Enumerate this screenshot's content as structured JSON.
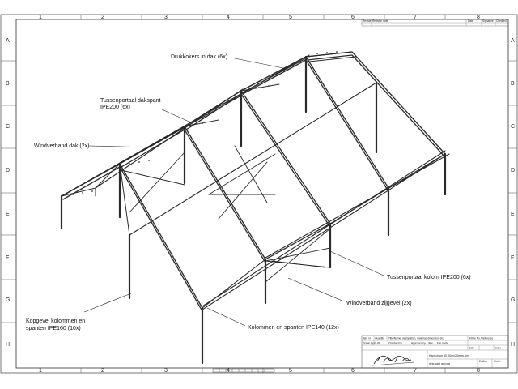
{
  "frame": {
    "columns": [
      "1",
      "2",
      "3",
      "4",
      "5",
      "6",
      "7",
      "8"
    ],
    "rows": [
      "A",
      "B",
      "C",
      "D",
      "E",
      "F",
      "G",
      "H"
    ]
  },
  "revision_table": {
    "headers": [
      "Revisie",
      "Revision note",
      "Date",
      "Signature",
      "Checked"
    ]
  },
  "annotations": {
    "drukkokers": "Drukkokers in dak (6x)",
    "tussenportaal_dakspant_1": "Tussenportaal dakspant",
    "tussenportaal_dakspant_2": "IPE200 (6x)",
    "windverband_dak": "Windverband dak (2x)",
    "tussenportaal_kolom": "Tussenportaal kolom IPE200 (6x)",
    "windverband_zijgevel": "Windverband zijgevel (2x)",
    "kopgevel_1": "Kopgevel kolommen en",
    "kopgevel_2": "spanten IPE160 (10x)",
    "kolommen_spanten": "Kolommen en spanten IPE140 (12x)"
  },
  "title_block": {
    "item": "Item nr",
    "quantity": "Quantity",
    "title_name": "Title/Name, designation, material, dimension etc",
    "article": "Article No./Reference",
    "drawn_by": "Drawn by PU/II",
    "checked_by": "Checked by",
    "approved_by": "Approved by - date",
    "filename": "File name",
    "date": "Date",
    "scale": "Scale",
    "project": "Kapschuur 10,00mx20mtrs,6ml",
    "subtitle": "Antraciet gecoat",
    "edition": "Edition",
    "sheet": "Sheet"
  }
}
